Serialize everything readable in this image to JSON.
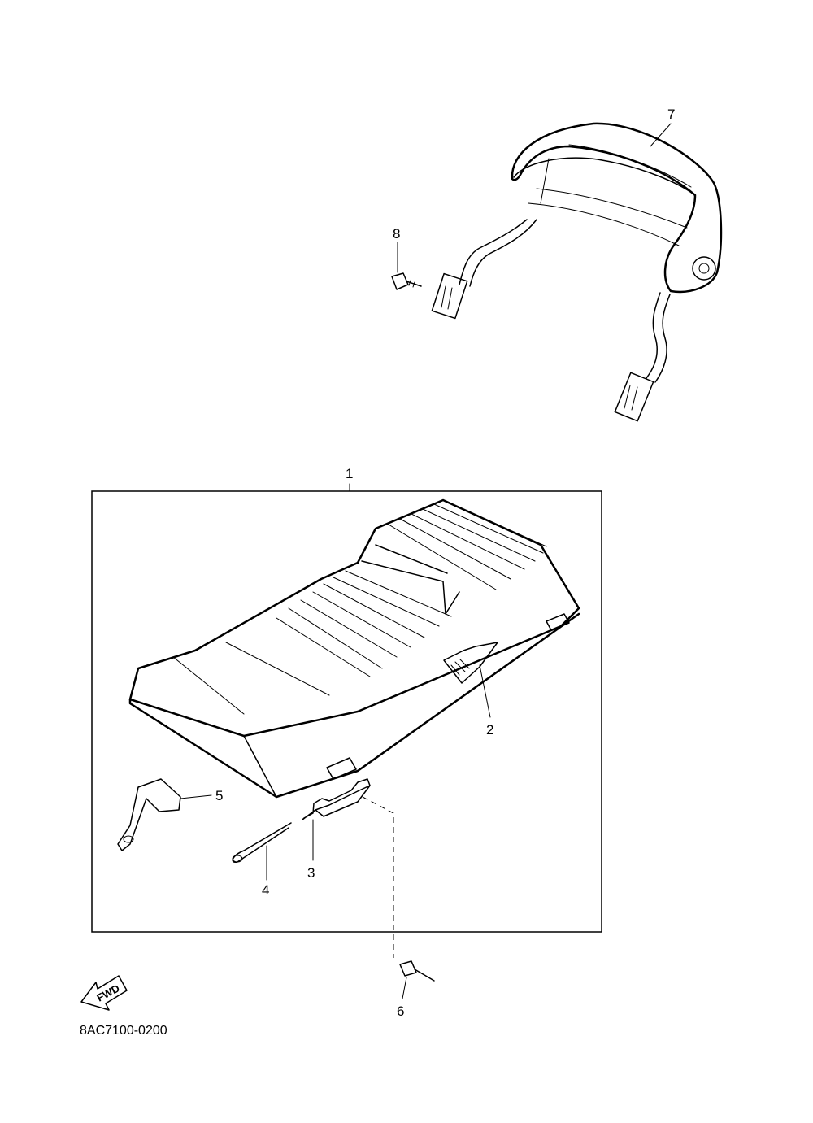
{
  "diagram": {
    "callouts": [
      {
        "id": "1",
        "label": "1"
      },
      {
        "id": "2",
        "label": "2"
      },
      {
        "id": "3",
        "label": "3"
      },
      {
        "id": "4",
        "label": "4"
      },
      {
        "id": "5",
        "label": "5"
      },
      {
        "id": "6",
        "label": "6"
      },
      {
        "id": "7",
        "label": "7"
      },
      {
        "id": "8",
        "label": "8"
      }
    ],
    "direction_arrow_text": "FWD",
    "drawing_code": "8AC7100-0200"
  }
}
